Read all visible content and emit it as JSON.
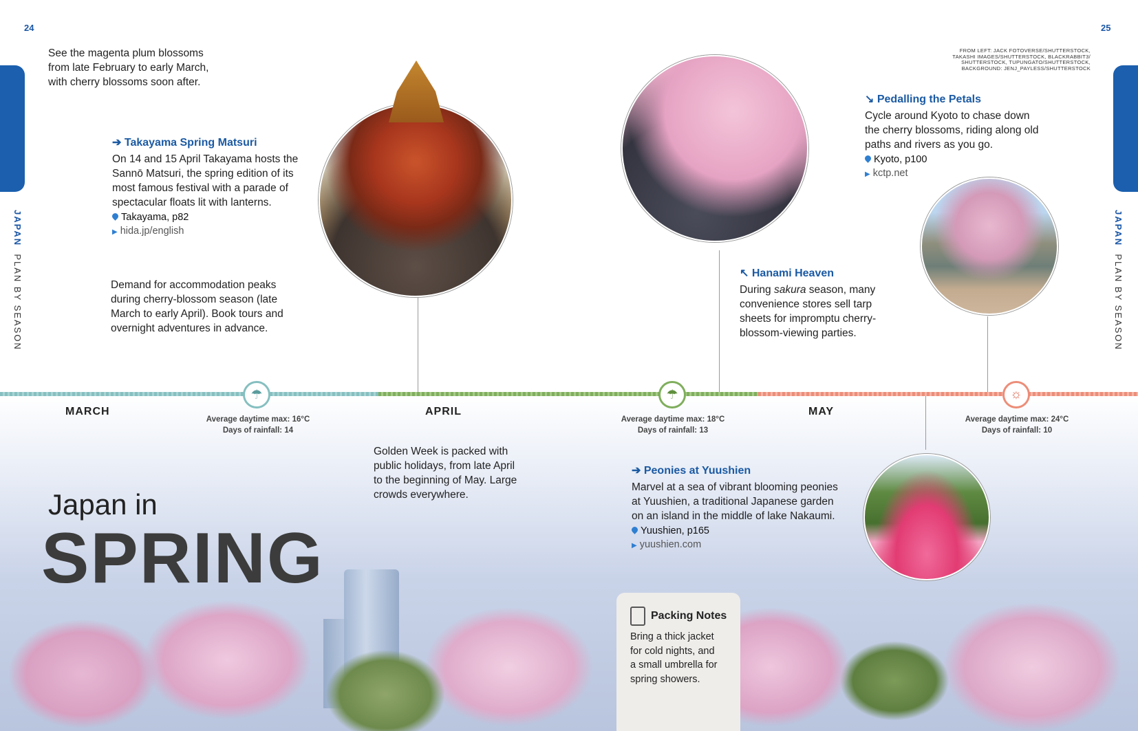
{
  "pages": {
    "left": "24",
    "right": "25"
  },
  "side_labels": {
    "left_country": "JAPAN",
    "left_section": "PLAN BY SEASON",
    "right_country": "JAPAN",
    "right_section": "PLAN BY SEASON"
  },
  "credits": [
    "FROM LEFT: JACK FOTOVERSE/SHUTTERSTOCK,",
    "TAKASHI IMAGES/SHUTTERSTOCK, BLACKRABBIT3/",
    "SHUTTERSTOCK, TUPUNGATO/SHUTTERSTOCK,",
    "BACKGROUND: JENJ_PAYLESS/SHUTTERSTOCK"
  ],
  "intro": [
    "See the magenta plum blossoms",
    "from late February to early March,",
    "with cherry blossoms soon after."
  ],
  "takayama": {
    "heading": "Takayama Spring Matsuri",
    "arrow": "➔",
    "body": [
      "On 14 and 15 April Takayama hosts the",
      "Sannō Matsuri, the spring edition of its",
      "most famous festival with a parade of",
      "spectacular floats lit with lanterns."
    ],
    "location": "Takayama, p82",
    "link": "hida.jp/english"
  },
  "demand": [
    "Demand for accommodation peaks",
    "during cherry-blossom season (late",
    "March to early April). Book tours and",
    "overnight adventures in advance."
  ],
  "hanami": {
    "arrow": "↖",
    "heading": "Hanami Heaven",
    "body_prefix": "During ",
    "body_italic": "sakura",
    "body_suffix": " season, many",
    "body": [
      "convenience stores sell tarp",
      "sheets for impromptu cherry-",
      "blossom-viewing parties."
    ]
  },
  "pedalling": {
    "arrow": "↘",
    "heading": "Pedalling the Petals",
    "body": [
      "Cycle around Kyoto to chase down",
      "the cherry blossoms, riding along old",
      "paths and rivers as you go."
    ],
    "location": "Kyoto, p100",
    "link": "kctp.net"
  },
  "timeline": {
    "months": [
      "MARCH",
      "APRIL",
      "MAY"
    ],
    "colors": {
      "march": "#86bfc0",
      "april": "#7fae5c",
      "may": "#ec8d78"
    },
    "weather": [
      {
        "line1": "Average daytime max: 16°C",
        "line2": "Days of rainfall: 14",
        "icon": "rain-cloud-icon"
      },
      {
        "line1": "Average daytime max: 18°C",
        "line2": "Days of rainfall: 13",
        "icon": "rain-cloud-icon"
      },
      {
        "line1": "Average daytime max: 24°C",
        "line2": "Days of rainfall: 10",
        "icon": "sun-icon"
      }
    ]
  },
  "golden_week": [
    "Golden Week is packed with",
    "public holidays, from late April",
    "to the beginning of May. Large",
    "crowds everywhere."
  ],
  "peonies": {
    "arrow": "➔",
    "heading": "Peonies at Yuushien",
    "body": [
      "Marvel at a sea of vibrant blooming peonies",
      "at Yuushien, a traditional Japanese garden",
      "on an island in the middle of lake Nakaumi."
    ],
    "location": "Yuushien, p165",
    "link": "yuushien.com"
  },
  "title": {
    "small": "Japan in",
    "big": "SPRING"
  },
  "packing": {
    "heading": "Packing Notes",
    "body": [
      "Bring a thick jacket",
      "for cold nights, and",
      "a small umbrella for",
      "spring showers."
    ]
  }
}
